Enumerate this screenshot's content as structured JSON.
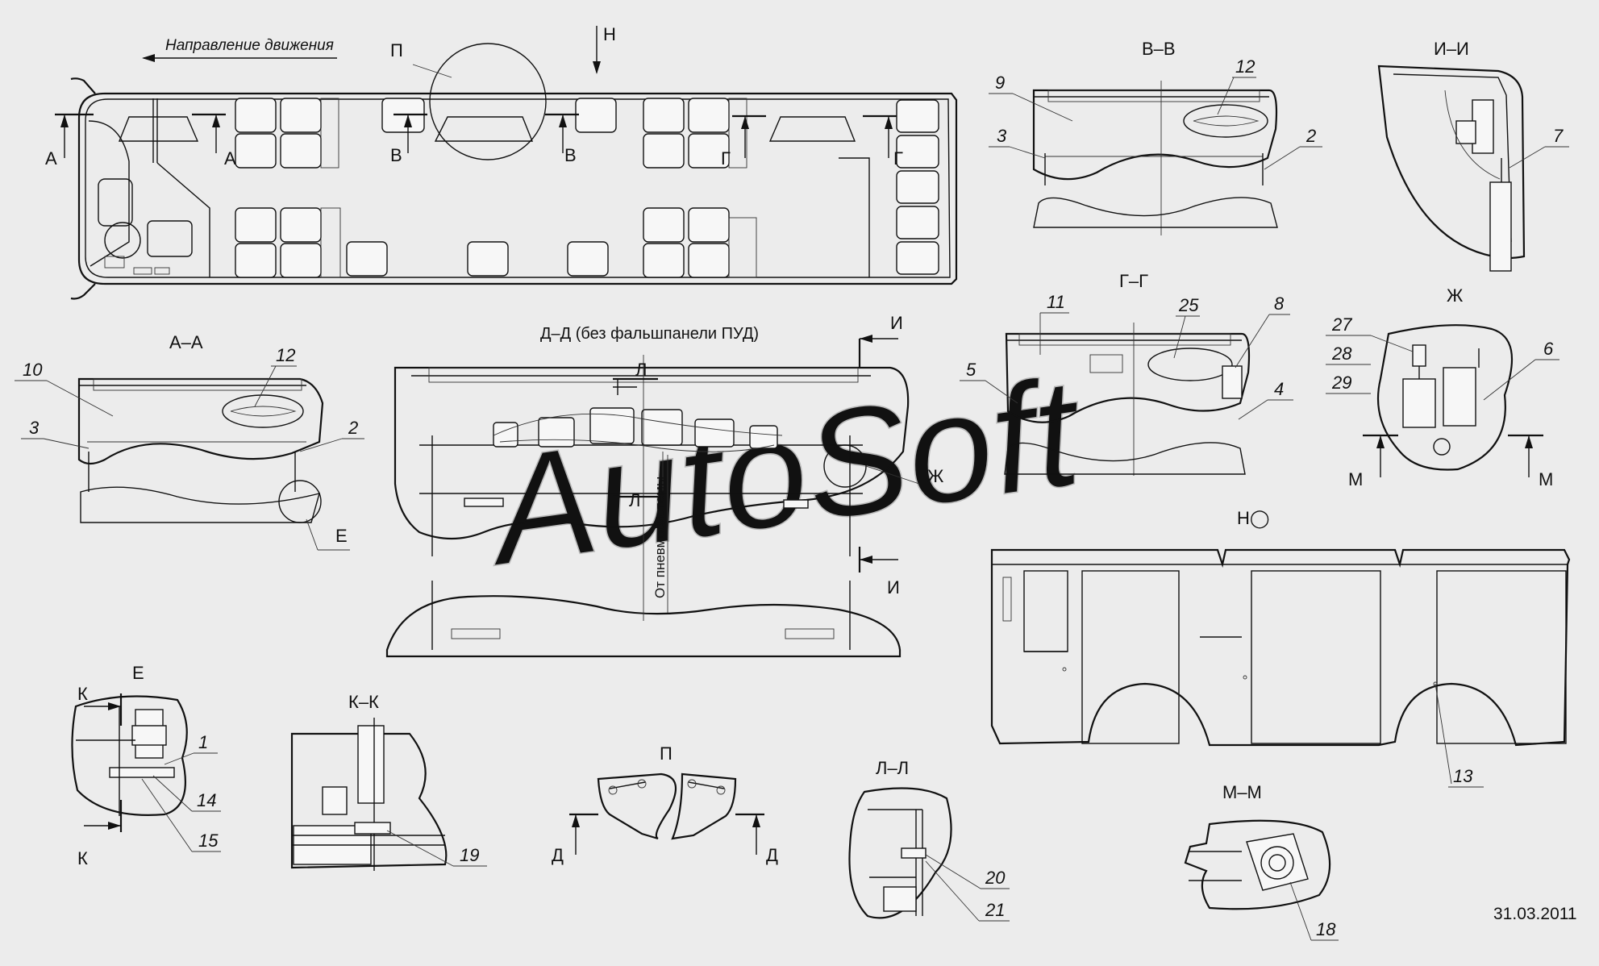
{
  "direction_label": "Направление движения",
  "date_stamp": "31.03.2011",
  "watermark": "AutoSoft",
  "pneumo_label": "От пневмосистемы",
  "view_titles": {
    "bb": "В–В",
    "ii": "И–И",
    "gg": "Г–Г",
    "zh": "Ж",
    "aa": "А–А",
    "dd": "Д–Д (без фальшпанели ПУД)",
    "nu": "Н◯",
    "e": "Е",
    "kk": "К–К",
    "p": "П",
    "ll": "Л–Л",
    "mm": "М–М"
  },
  "section_marks": {
    "a": "А",
    "v": "В",
    "g": "Г",
    "n": "Н",
    "p": "П",
    "i": "И",
    "l": "Л",
    "m": "М",
    "k": "К",
    "d": "Д",
    "e": "Е",
    "zh": "Ж"
  },
  "part_numbers": {
    "p1": "1",
    "p2": "2",
    "p3": "3",
    "p4": "4",
    "p5": "5",
    "p6": "6",
    "p7": "7",
    "p8": "8",
    "p9": "9",
    "p10": "10",
    "p11": "11",
    "p12": "12",
    "p13": "13",
    "p14": "14",
    "p15": "15",
    "p18": "18",
    "p19": "19",
    "p20": "20",
    "p21": "21",
    "p25": "25",
    "p27": "27",
    "p28": "28",
    "p29": "29"
  }
}
